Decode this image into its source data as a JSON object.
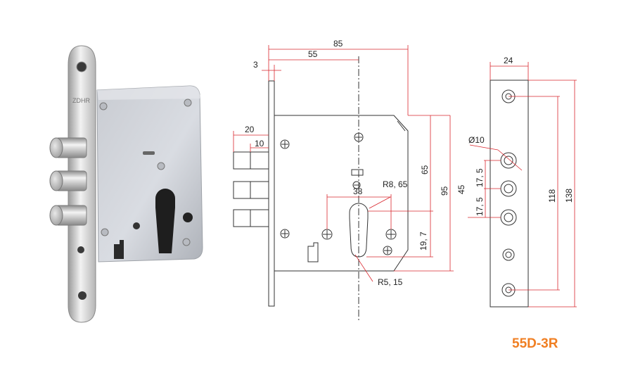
{
  "product": {
    "model": "55D-3R",
    "brand_mark": "ZDHR",
    "accent_color": "#f07f23",
    "dimension_color": "#d9272e"
  },
  "front_view": {
    "dims": {
      "overall_depth": "85",
      "backset": "55",
      "faceplate_thickness": "3",
      "bolt_throw": "20",
      "bolt_protrusion": "10",
      "cylinder_hole_spacing": "38",
      "height_upper": "65",
      "height_overall": "95",
      "height_lower": "45",
      "cylinder_offset": "19, 7",
      "cylinder_radius_top": "R8, 65",
      "cylinder_radius_bottom": "R5, 15"
    }
  },
  "side_view": {
    "dims": {
      "faceplate_width": "24",
      "hole_diameter": "Ø10",
      "bolt_pitch_1": "17, 5",
      "bolt_pitch_2": "17, 5",
      "screw_spacing": "118",
      "faceplate_height": "138"
    }
  }
}
